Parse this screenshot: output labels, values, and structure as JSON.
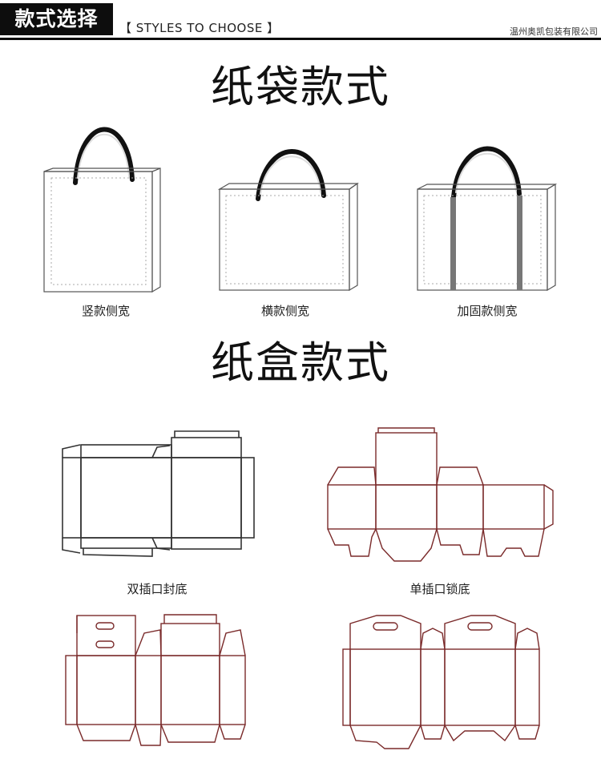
{
  "header": {
    "badge": "款式选择",
    "subtitle": "【 STYLES TO CHOOSE 】",
    "company": "温州奥凯包装有限公司"
  },
  "bags": {
    "title": "纸袋款式",
    "items": [
      {
        "label": "竖款侧宽"
      },
      {
        "label": "横款侧宽"
      },
      {
        "label": "加固款侧宽"
      }
    ]
  },
  "boxes": {
    "title": "纸盒款式",
    "items": [
      {
        "label": "双插口封底"
      },
      {
        "label": "单插口锁底"
      }
    ]
  },
  "colors": {
    "header_bg": "#0d0d0d",
    "dieline": "#7a2a2a"
  }
}
